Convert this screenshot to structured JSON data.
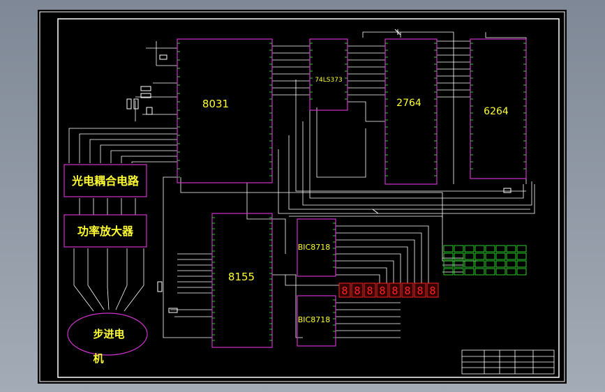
{
  "colors": {
    "background": "#000000",
    "border": "#ffffff",
    "wire": "#ffffff",
    "wire_green": "#33dd33",
    "box": "#cc33cc",
    "label": "#ffff33",
    "pin": "#33ff33",
    "led": "#ff2222"
  },
  "chips": {
    "cpu": "8031",
    "latch": "74LS373",
    "eprom": "2764",
    "sram": "6264",
    "io": "8155",
    "driver_top": "BIC8718",
    "driver_bottom": "BIC8718"
  },
  "blocks": {
    "optocoupler": "光电耦合电路",
    "amplifier": "功率放大器",
    "motor_line1": "步进电",
    "motor_line2": "机"
  },
  "display": {
    "digits": [
      "8",
      "8",
      "8",
      "8",
      "8",
      "8",
      "8",
      "8"
    ]
  },
  "keypad": {
    "rows": 4,
    "cols": 8
  }
}
